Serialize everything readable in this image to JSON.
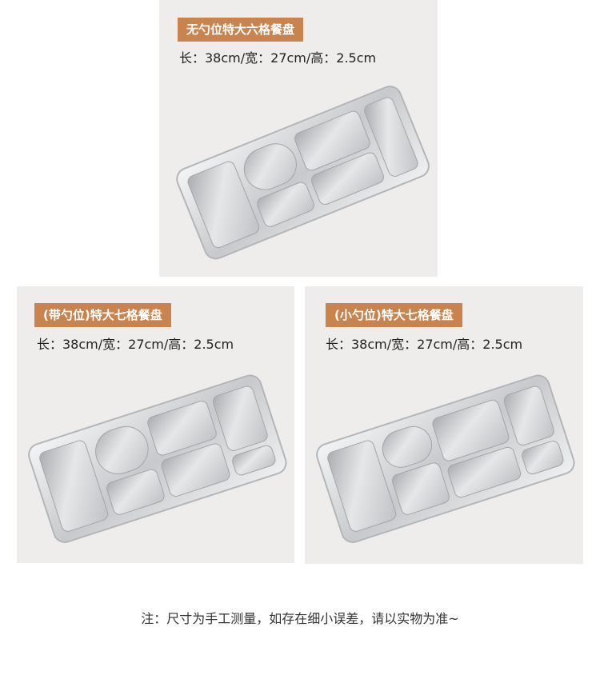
{
  "products": [
    {
      "title": "无勺位特大六格餐盘",
      "dimensions": "长：38cm/宽：27cm/高：2.5cm"
    },
    {
      "title": "(带勺位)特大七格餐盘",
      "dimensions": "长：38cm/宽：27cm/高：2.5cm"
    },
    {
      "title": "(小勺位)特大七格餐盘",
      "dimensions": "长：38cm/宽：27cm/高：2.5cm"
    }
  ],
  "note": "注：尺寸为手工测量，如存在细小误差，请以实物为准~",
  "colors": {
    "badge": "#c9834f",
    "card": "#efedec",
    "steel": "#c9cacc"
  }
}
